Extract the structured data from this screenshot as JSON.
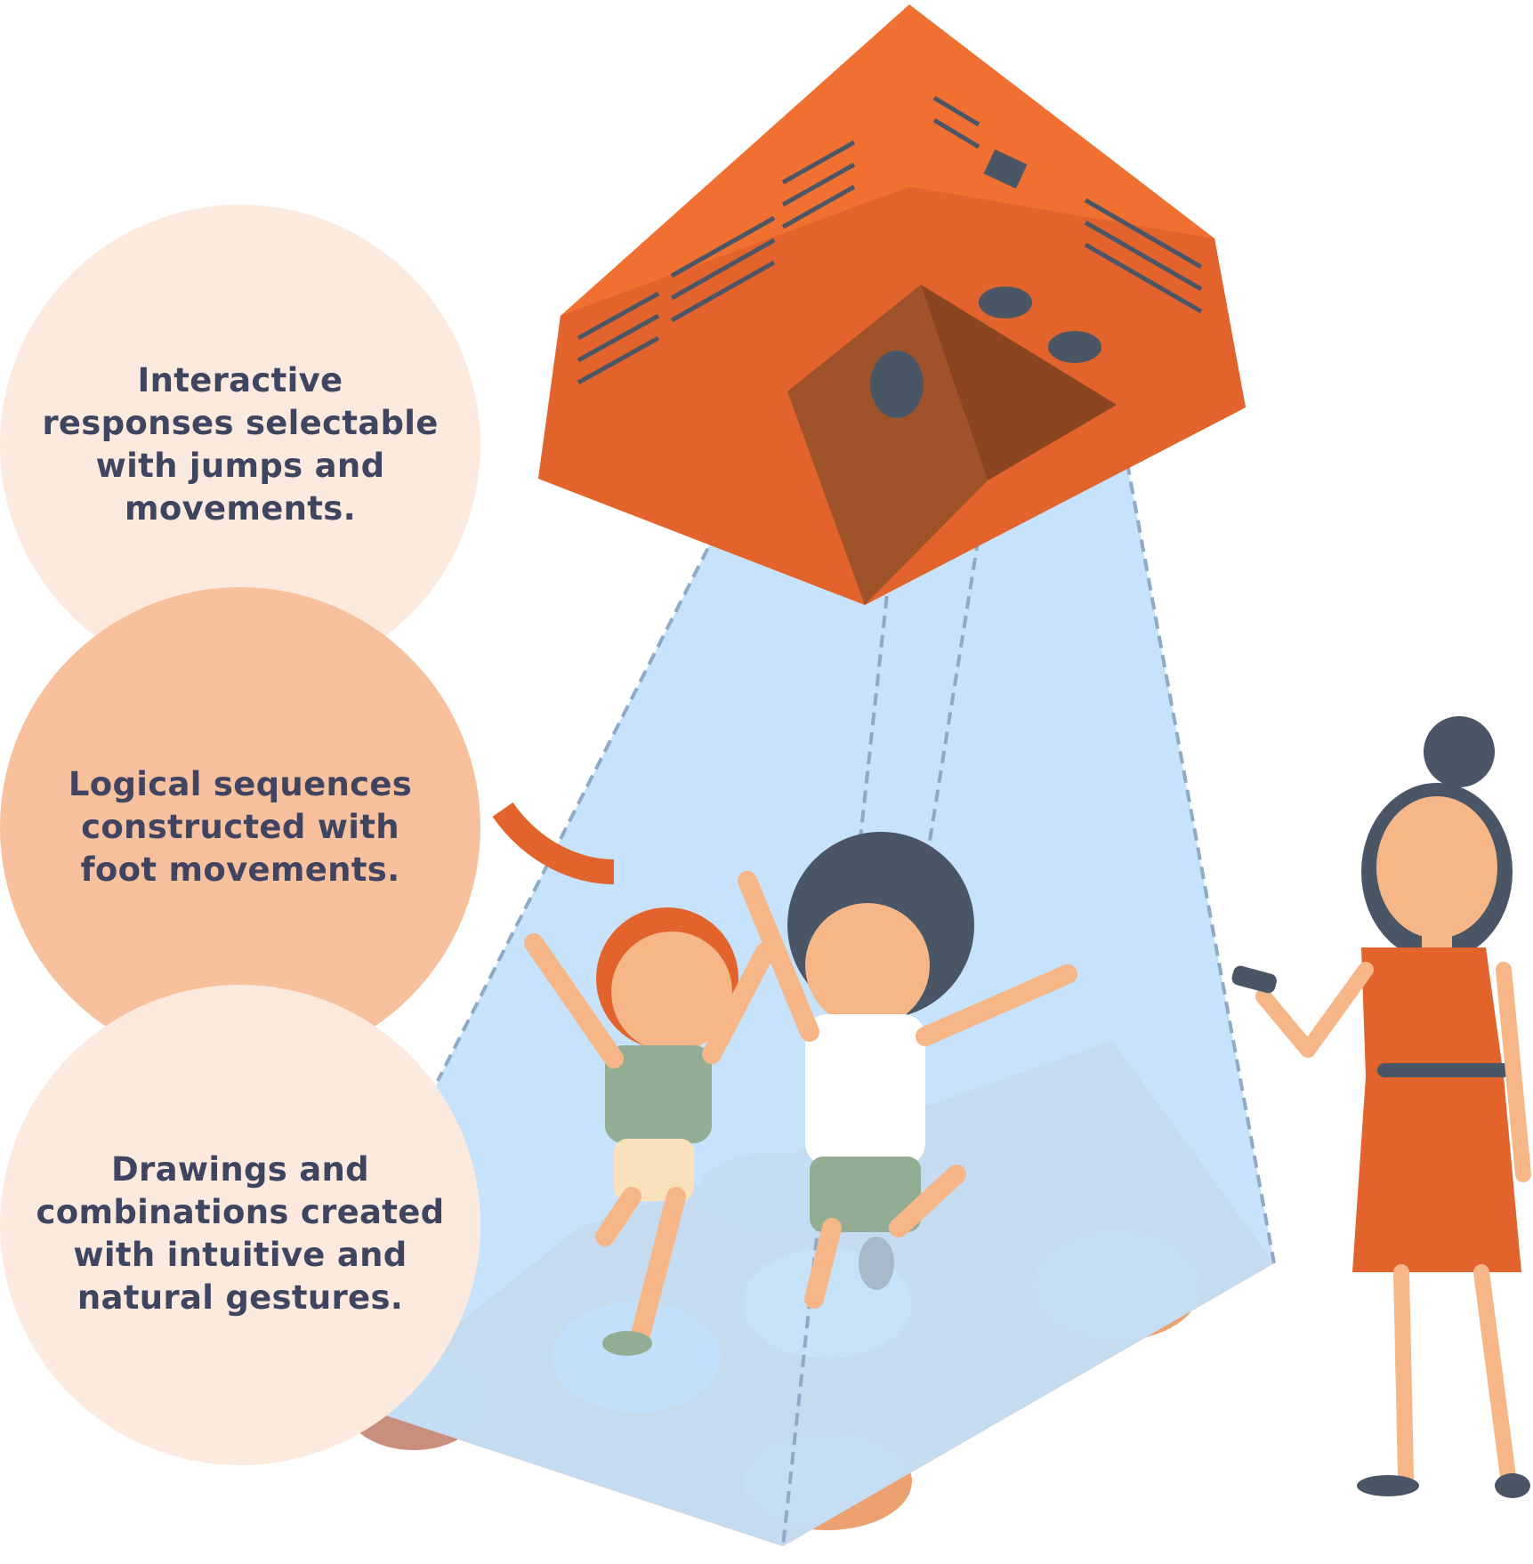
{
  "features": [
    {
      "text": "Interactive\nresponses selectable\nwith jumps and\nmovements."
    },
    {
      "text": "Logical sequences\nconstructed with\nfoot movements."
    },
    {
      "text": "Drawings and\ncombinations created\nwith intuitive and\nnatural gestures."
    }
  ],
  "colors": {
    "bubble_light": "#fdeadf",
    "bubble_mid": "#f8c19d",
    "text": "#3f4461",
    "projector": "#f07032",
    "floor": "#e46a2f",
    "beam": "#c3e1fb"
  }
}
